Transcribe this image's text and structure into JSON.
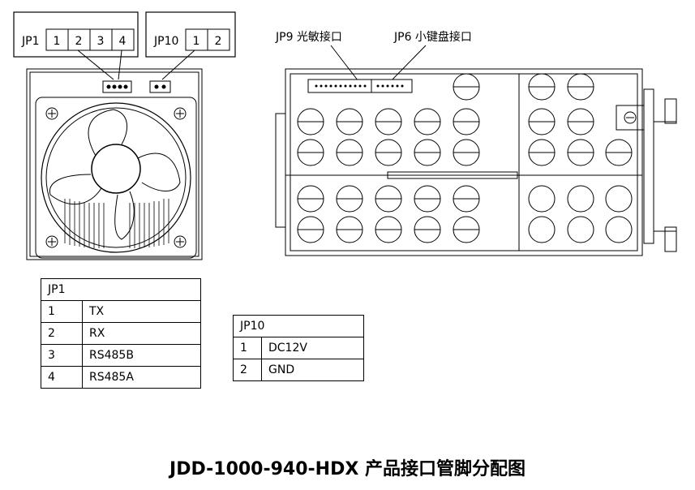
{
  "jp1_box": {
    "label": "JP1",
    "pins": [
      "1",
      "2",
      "3",
      "4"
    ]
  },
  "jp10_box": {
    "label": "JP10",
    "pins": [
      "1",
      "2"
    ]
  },
  "side_labels": {
    "jp9": "JP9 光敏接口",
    "jp6": "JP6 小键盘接口"
  },
  "jp1_table": {
    "header": "JP1",
    "rows": [
      {
        "pin": "1",
        "signal": "TX"
      },
      {
        "pin": "2",
        "signal": "RX"
      },
      {
        "pin": "3",
        "signal": "RS485B"
      },
      {
        "pin": "4",
        "signal": "RS485A"
      }
    ]
  },
  "jp10_table": {
    "header": "JP10",
    "rows": [
      {
        "pin": "1",
        "signal": "DC12V"
      },
      {
        "pin": "2",
        "signal": "GND"
      }
    ]
  },
  "caption": "JDD-1000-940-HDX 产品接口管脚分配图"
}
